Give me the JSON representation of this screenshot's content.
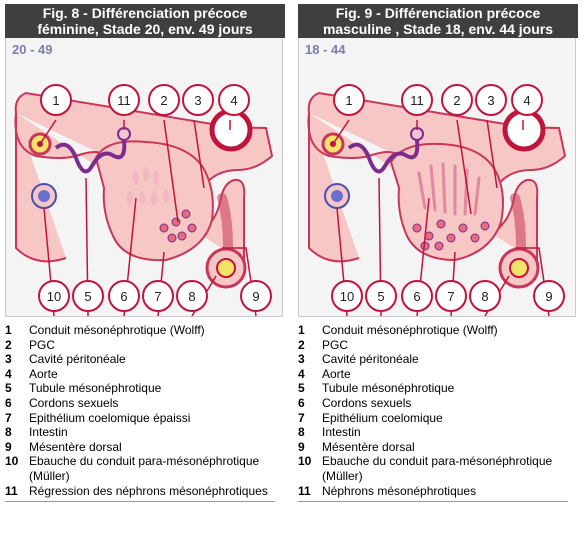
{
  "panels": [
    {
      "title_head": "Fig. 8 - ",
      "title_line1": "Différenciation précoce",
      "title_line2": "féminine, Stade 20, env. 49 jours",
      "stage": "20 - 49",
      "legend": [
        {
          "num": "1",
          "text": "Conduit mésonéphrotique (Wolff)"
        },
        {
          "num": "2",
          "text": "PGC"
        },
        {
          "num": "3",
          "text": "Cavité péritonéale"
        },
        {
          "num": "4",
          "text": "Aorte"
        },
        {
          "num": "5",
          "text": "Tubule mésonéphrotique"
        },
        {
          "num": "6",
          "text": "Cordons sexuels"
        },
        {
          "num": "7",
          "text": "Epithélium coelomique épaissi"
        },
        {
          "num": "8",
          "text": "Intestin"
        },
        {
          "num": "9",
          "text": "Mésentère dorsal"
        },
        {
          "num": "10",
          "text": "Ebauche du conduit para-mésonéphrotique (Müller)"
        },
        {
          "num": "11",
          "text": "Régression des néphrons mésonéphrotiques"
        }
      ]
    },
    {
      "title_head": "Fig. 9 - ",
      "title_line1": "Différenciation précoce",
      "title_line2": "masculine , Stade 18, env. 44 jours",
      "stage": "18 - 44",
      "legend": [
        {
          "num": "1",
          "text": "Conduit mésonéphrotique (Wolff)"
        },
        {
          "num": "2",
          "text": "PGC"
        },
        {
          "num": "3",
          "text": "Cavité péritonéale"
        },
        {
          "num": "4",
          "text": "Aorte"
        },
        {
          "num": "5",
          "text": "Tubule mésonéphrotique"
        },
        {
          "num": "6",
          "text": "Cordons sexuels"
        },
        {
          "num": "7",
          "text": "Epithélium coelomique"
        },
        {
          "num": "8",
          "text": "Intestin"
        },
        {
          "num": "9",
          "text": "Mésentère dorsal"
        },
        {
          "num": "10",
          "text": "Ebauche du conduit para-mésonéphrotique (Müller)"
        },
        {
          "num": "11",
          "text": "Néphrons mésonéphrotiques"
        }
      ]
    }
  ],
  "labels": {
    "top": [
      "1",
      "11",
      "2",
      "3",
      "4"
    ],
    "bottom": [
      "10",
      "5",
      "6",
      "7",
      "8",
      "9"
    ]
  },
  "colors": {
    "title_bg": "#3f3f3f",
    "stage_text": "#7e7cae",
    "tissue_fill": "#f6c7c4",
    "tissue_stroke": "#c9365a",
    "duct_purple": "#7b2d8e",
    "callout_red": "#c0143c",
    "germ_blue": "#4b4fb0",
    "yellow": "#f3e36a"
  }
}
